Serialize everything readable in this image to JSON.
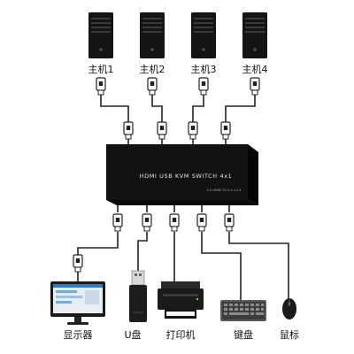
{
  "hosts": [
    {
      "label": "主机1"
    },
    {
      "label": "主机2"
    },
    {
      "label": "主机3"
    },
    {
      "label": "主机4"
    }
  ],
  "device": {
    "title": "HDMI USB KVM SWITCH 4x1",
    "subtext": "2.0 HDMI 10 4 x x x 4",
    "body_color": "#121212"
  },
  "peripherals": [
    {
      "label": "显示器",
      "icon": "monitor-icon"
    },
    {
      "label": "U盘",
      "icon": "usb-drive-icon"
    },
    {
      "label": "打印机",
      "icon": "printer-icon"
    },
    {
      "label": "键盘",
      "icon": "keyboard-icon"
    },
    {
      "label": "鼠标",
      "icon": "mouse-icon"
    }
  ],
  "colors": {
    "cable": "#222222",
    "tower": "#141414",
    "screen_accent": "#2e7bc4"
  }
}
